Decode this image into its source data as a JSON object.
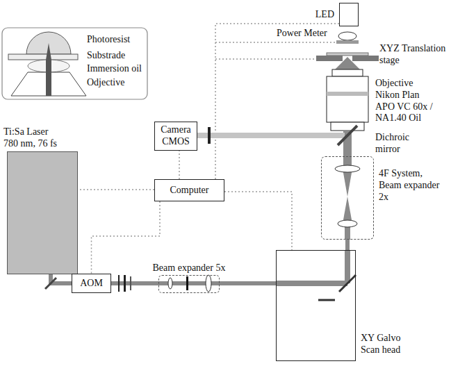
{
  "diagram": {
    "nodes": [
      {
        "text": [
          "LED"
        ]
      },
      {
        "text": [
          "Camera CMOS"
        ]
      },
      {
        "text": [
          "Computer"
        ]
      },
      {
        "text": [
          "Ti:Sa Laser 780 nm, 76 fs"
        ]
      },
      {
        "text": [
          "AOM"
        ]
      },
      {
        "text": [
          "Beam expander 5x"
        ]
      },
      {
        "text": [
          "XY Galvo Scan head"
        ]
      },
      {
        "text": [
          "4F System, Beam expander 2x"
        ]
      }
    ],
    "edges": [
      {
        "from": 3,
        "to": 4,
        "arrow": "none"
      },
      {
        "from": 4,
        "to": 5,
        "arrow": "none"
      },
      {
        "from": 5,
        "to": 6,
        "arrow": "none"
      },
      {
        "from": 6,
        "to": 7,
        "arrow": "none"
      },
      {
        "from": 2,
        "to": 3,
        "arrow": "none"
      },
      {
        "from": 2,
        "to": 4,
        "arrow": "none"
      },
      {
        "from": 2,
        "to": 1,
        "arrow": "none"
      },
      {
        "from": 2,
        "to": 6,
        "arrow": "none"
      },
      {
        "from": 2,
        "to": 0,
        "arrow": "none"
      }
    ],
    "labels": [
      "Photoresist",
      "Substrade",
      "Immersion oil",
      "Odjective",
      "Power Meter",
      "XYZ Translation stage",
      "Objective Nikon Plan APO VC 60x / NA1.40 Oil",
      "Dichroic mirror"
    ]
  }
}
